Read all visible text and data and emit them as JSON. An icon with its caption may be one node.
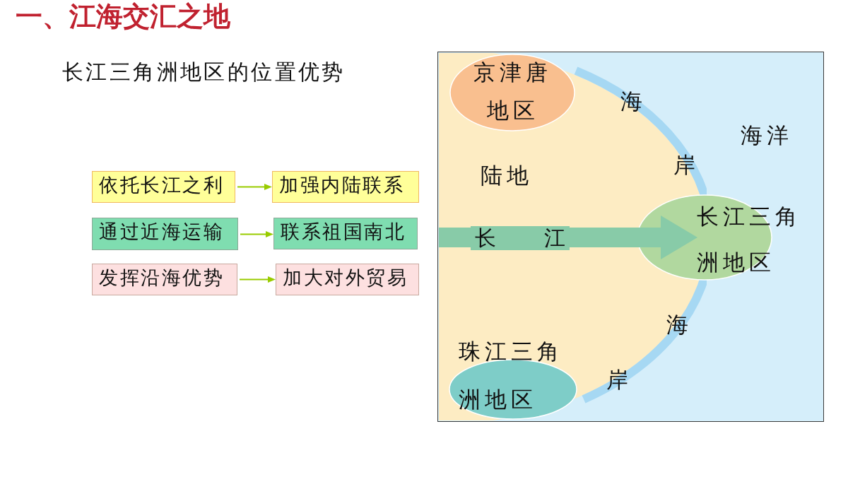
{
  "diagram": {
    "title": "一、江海交汇之地",
    "nodes": [
      {
        "text": [
          "依托长江之利"
        ]
      },
      {
        "text": [
          "加强内陆联系"
        ]
      },
      {
        "text": [
          "通过近海运输"
        ]
      },
      {
        "text": [
          "联系祖国南北"
        ]
      },
      {
        "text": [
          "发挥沿海优势"
        ]
      },
      {
        "text": [
          "加大对外贸易"
        ]
      },
      {
        "text": [
          "海洋"
        ]
      },
      {
        "text": [
          "陆地"
        ],
        "in": 6
      },
      {
        "text": [
          "京津唐地区"
        ],
        "in": 7
      },
      {
        "text": [
          "长江三角洲地区"
        ],
        "in": 6
      },
      {
        "text": [
          "珠江三角洲地区"
        ],
        "in": 7
      }
    ],
    "edges": [
      {
        "from": 0,
        "to": 1,
        "arrow": "to"
      },
      {
        "from": 2,
        "to": 3,
        "arrow": "to"
      },
      {
        "from": 4,
        "to": 5,
        "arrow": "to"
      },
      {
        "from": 7,
        "to": 9,
        "arrow": "to",
        "label": "长江",
        "style": "thick",
        "color": "#88cba8"
      }
    ],
    "labels": [
      "长江三角洲地区的位置优势",
      "海岸",
      "海岸"
    ]
  }
}
